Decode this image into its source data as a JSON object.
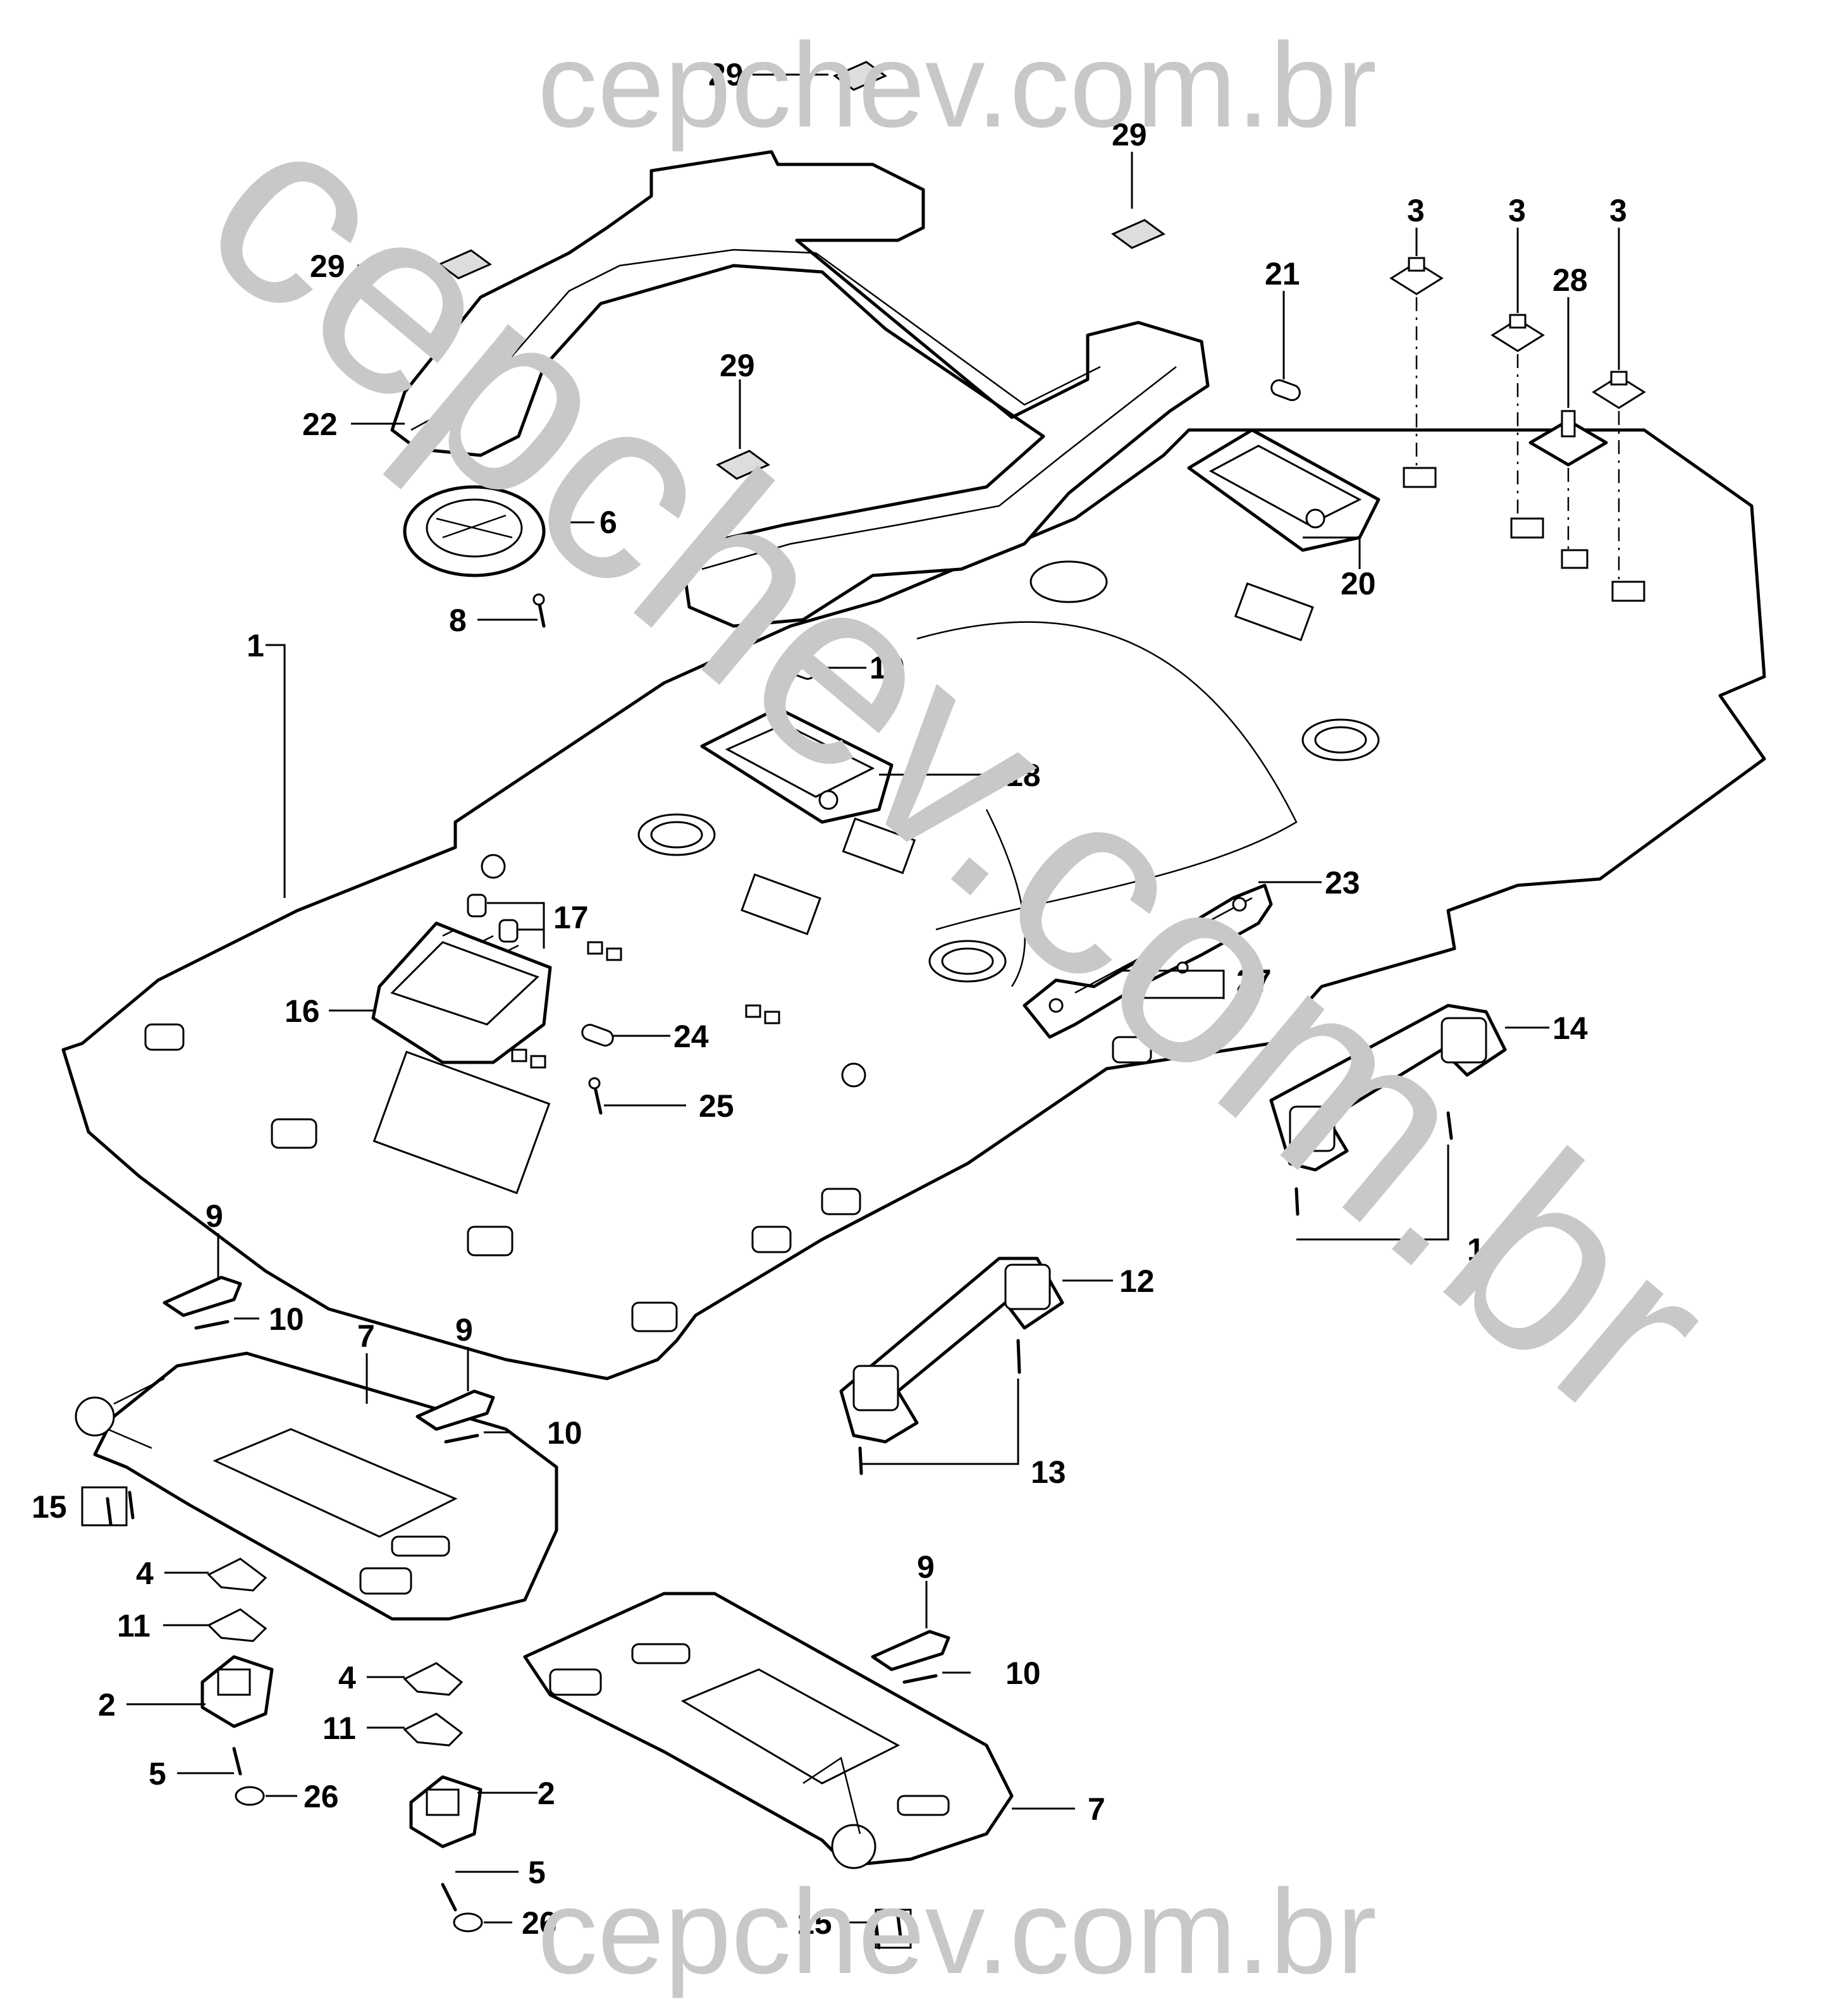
{
  "watermark": {
    "text_top": "cepchev.com.br",
    "text_diagonal": "cepchev.com.br",
    "text_bottom": "cepchev.com.br",
    "color": "#c8c8c8"
  },
  "callouts": {
    "c1": "1",
    "c2a": "2",
    "c2b": "2",
    "c3a": "3",
    "c3b": "3",
    "c3c": "3",
    "c4a": "4",
    "c4b": "4",
    "c5a": "5",
    "c5b": "5",
    "c6": "6",
    "c7a": "7",
    "c7b": "7",
    "c8": "8",
    "c9a": "9",
    "c9b": "9",
    "c9c": "9",
    "c10a": "10",
    "c10b": "10",
    "c10c": "10",
    "c11a": "11",
    "c11b": "11",
    "c12": "12",
    "c13a": "13",
    "c13b": "13",
    "c14": "14",
    "c15a": "15",
    "c15b": "15",
    "c16": "16",
    "c17": "17",
    "c18": "18",
    "c19": "19",
    "c20": "20",
    "c21": "21",
    "c22": "22",
    "c23": "23",
    "c24": "24",
    "c25": "25",
    "c26a": "26",
    "c26b": "26",
    "c27": "27",
    "c28": "28",
    "c29a": "29",
    "c29b": "29",
    "c29c": "29",
    "c29d": "29"
  }
}
